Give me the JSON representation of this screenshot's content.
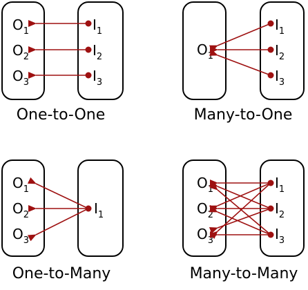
{
  "colors": {
    "arrow": "#9e1111",
    "box_stroke": "#000000",
    "text": "#000000"
  },
  "panels": [
    {
      "caption": "One-to-One",
      "outputs": [
        {
          "letter": "O",
          "sub": "1"
        },
        {
          "letter": "O",
          "sub": "2"
        },
        {
          "letter": "O",
          "sub": "3"
        }
      ],
      "inputs": [
        {
          "letter": "I",
          "sub": "1"
        },
        {
          "letter": "I",
          "sub": "2"
        },
        {
          "letter": "I",
          "sub": "3"
        }
      ]
    },
    {
      "caption": "Many-to-One",
      "outputs": [
        {
          "letter": "O",
          "sub": "1"
        }
      ],
      "inputs": [
        {
          "letter": "I",
          "sub": "1"
        },
        {
          "letter": "I",
          "sub": "2"
        },
        {
          "letter": "I",
          "sub": "3"
        }
      ]
    },
    {
      "caption": "One-to-Many",
      "outputs": [
        {
          "letter": "O",
          "sub": "1"
        },
        {
          "letter": "O",
          "sub": "2"
        },
        {
          "letter": "O",
          "sub": "3"
        }
      ],
      "inputs": [
        {
          "letter": "I",
          "sub": "1"
        }
      ]
    },
    {
      "caption": "Many-to-Many",
      "outputs": [
        {
          "letter": "O",
          "sub": "1"
        },
        {
          "letter": "O",
          "sub": "2"
        },
        {
          "letter": "O",
          "sub": "3"
        }
      ],
      "inputs": [
        {
          "letter": "I",
          "sub": "1"
        },
        {
          "letter": "I",
          "sub": "2"
        },
        {
          "letter": "I",
          "sub": "3"
        }
      ]
    }
  ]
}
